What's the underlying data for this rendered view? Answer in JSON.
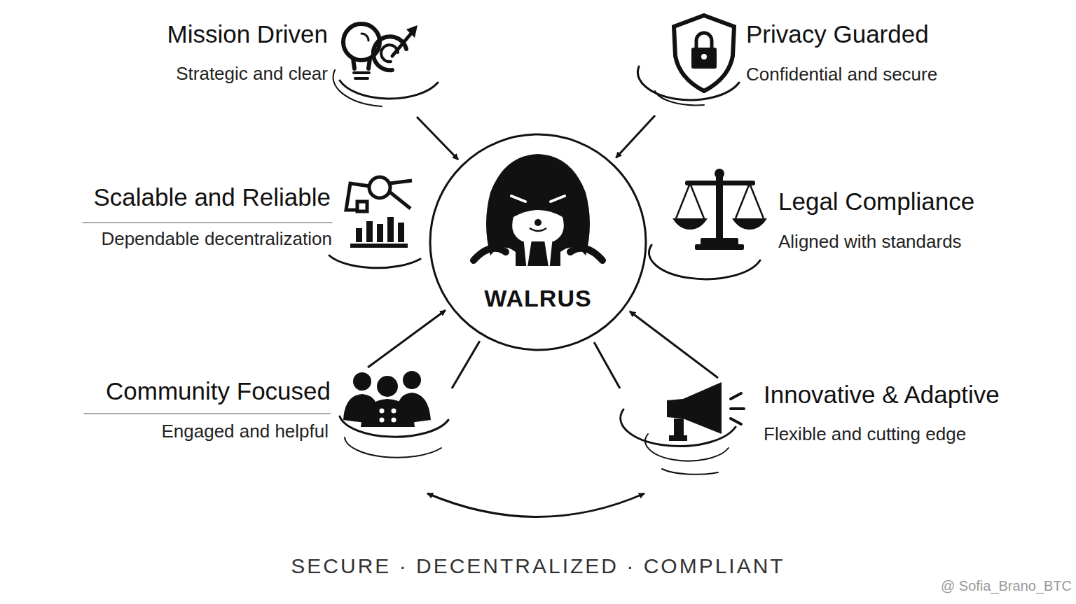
{
  "diagram": {
    "caption": "SECURE · DECENTRALIZED · COMPLIANT",
    "nodes": [
      {
        "text": [
          "Mission Driven",
          "Strategic and clear"
        ]
      },
      {
        "text": [
          "Privacy Guarded",
          "Confidential and secure"
        ]
      },
      {
        "text": [
          "Scalable and Reliable",
          "Dependable decentralization"
        ]
      },
      {
        "text": [
          "WALRUS"
        ]
      },
      {
        "text": [
          "Legal Compliance",
          "Aligned with standards"
        ]
      },
      {
        "text": [
          "Community Focused",
          "Engaged and helpful"
        ]
      },
      {
        "text": [
          "Innovative & Adaptive",
          "Flexible and cutting edge"
        ]
      }
    ],
    "edges": [
      {
        "from": 0,
        "to": 3,
        "arrow": "to"
      },
      {
        "from": 1,
        "to": 3,
        "arrow": "to"
      },
      {
        "from": 5,
        "to": 3,
        "arrow": "to"
      },
      {
        "from": 6,
        "to": 3,
        "arrow": "to"
      },
      {
        "from": 3,
        "to": 5,
        "arrow": "none"
      },
      {
        "from": 3,
        "to": 6,
        "arrow": "none"
      },
      {
        "from": 5,
        "to": 6,
        "arrow": "both"
      }
    ],
    "labels": [
      "@ Sofia_Brano_BTC"
    ]
  }
}
